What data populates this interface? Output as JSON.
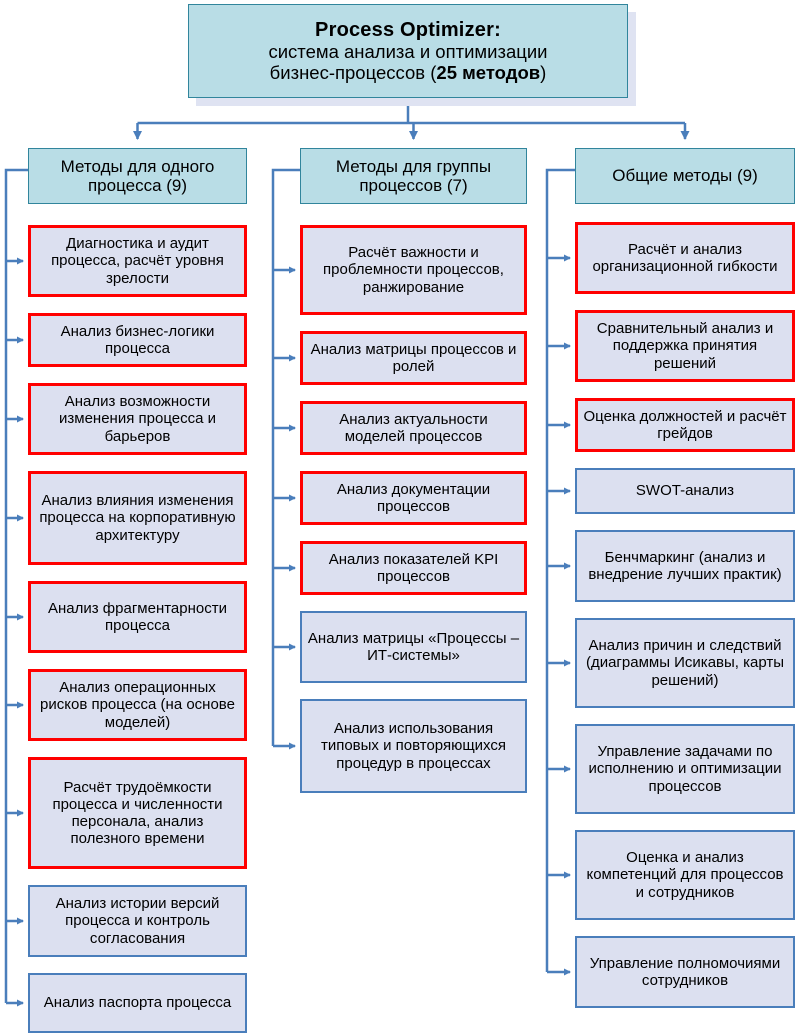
{
  "title": {
    "line1": "Process Optimizer:",
    "line2": "система анализа и оптимизации",
    "line3_pre": "бизнес-процессов (",
    "line3_bold": "25 методов",
    "line3_post": ")"
  },
  "theme": {
    "header_fill": "#b9dde6",
    "header_border": "#31859c",
    "leaf_fill": "#dce0f0",
    "leaf_border_red": "#ff0000",
    "leaf_border_blue": "#4a7ebb",
    "connector": "#4a7ebb",
    "shadow": "#dfe3f2",
    "page_background": "#ffffff"
  },
  "columns": [
    {
      "id": "single-process",
      "header": "Методы для одного процесса (9)",
      "count": 9,
      "items": [
        {
          "label": "Диагностика и аудит процесса, расчёт уровня зрелости",
          "accent": "red"
        },
        {
          "label": "Анализ бизнес-логики процесса",
          "accent": "red"
        },
        {
          "label": "Анализ возможности изменения процесса и барьеров",
          "accent": "red"
        },
        {
          "label": "Анализ влияния изменения процесса на корпоративную архитектуру",
          "accent": "red"
        },
        {
          "label": "Анализ фрагментарности процесса",
          "accent": "red"
        },
        {
          "label": "Анализ операционных рисков процесса (на основе моделей)",
          "accent": "red"
        },
        {
          "label": "Расчёт трудоёмкости процесса и численности персонала, анализ полезного времени",
          "accent": "red"
        },
        {
          "label": "Анализ истории версий процесса и контроль согласования",
          "accent": "blue"
        },
        {
          "label": "Анализ паспорта процесса",
          "accent": "blue"
        }
      ]
    },
    {
      "id": "process-group",
      "header": "Методы для группы процессов (7)",
      "count": 7,
      "items": [
        {
          "label": "Расчёт важности и проблемности процессов, ранжирование",
          "accent": "red"
        },
        {
          "label": "Анализ матрицы процессов и ролей",
          "accent": "red"
        },
        {
          "label": "Анализ актуальности моделей процессов",
          "accent": "red"
        },
        {
          "label": "Анализ документации процессов",
          "accent": "red"
        },
        {
          "label": "Анализ показателей KPI процессов",
          "accent": "red"
        },
        {
          "label": "Анализ матрицы «Процессы – ИТ-системы»",
          "accent": "blue"
        },
        {
          "label": "Анализ использования типовых и повторяющихся процедур в процессах",
          "accent": "blue"
        }
      ]
    },
    {
      "id": "general",
      "header": "Общие методы (9)",
      "count": 9,
      "items": [
        {
          "label": "Расчёт и анализ организационной гибкости",
          "accent": "red"
        },
        {
          "label": "Сравнительный анализ и поддержка принятия решений",
          "accent": "red"
        },
        {
          "label": "Оценка должностей и расчёт грейдов",
          "accent": "red"
        },
        {
          "label": "SWOT-анализ",
          "accent": "blue"
        },
        {
          "label": "Бенчмаркинг (анализ и внедрение лучших практик)",
          "accent": "blue"
        },
        {
          "label": "Анализ причин и следствий (диаграммы Исикавы, карты решений)",
          "accent": "blue"
        },
        {
          "label": "Управление задачами по исполнению и оптимизации процессов",
          "accent": "blue"
        },
        {
          "label": "Оценка и анализ компетенций для процессов и сотрудников",
          "accent": "blue"
        },
        {
          "label": "Управление полномочиями сотрудников",
          "accent": "blue"
        }
      ]
    }
  ]
}
